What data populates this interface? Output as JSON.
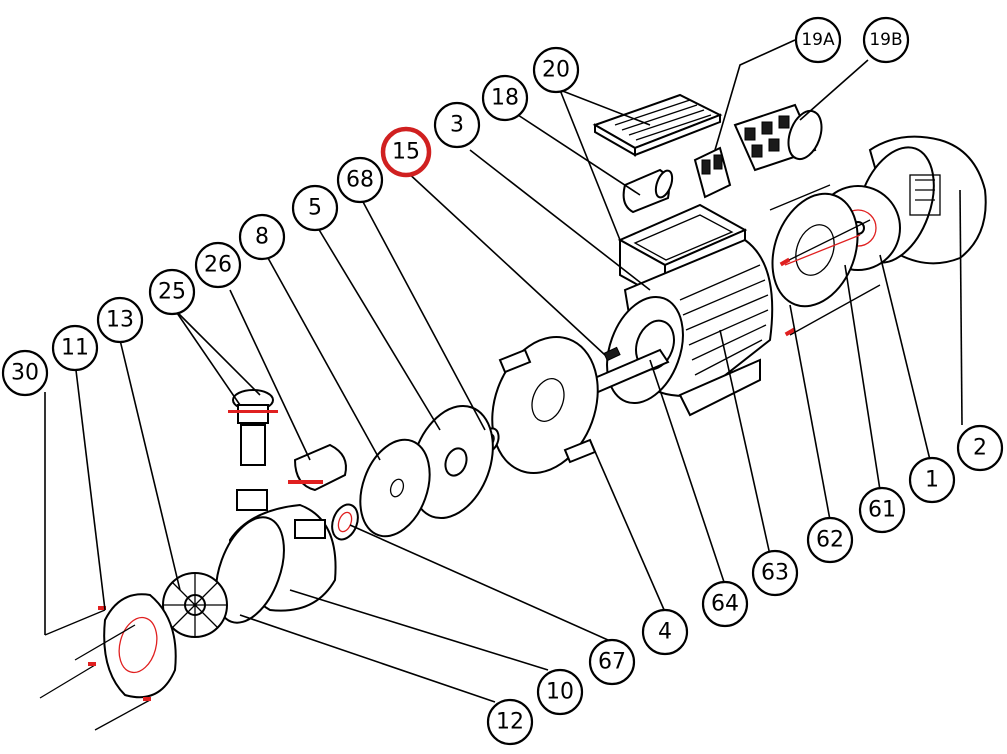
{
  "callouts": [
    {
      "id": "30",
      "label": "30"
    },
    {
      "id": "11",
      "label": "11"
    },
    {
      "id": "13",
      "label": "13"
    },
    {
      "id": "25",
      "label": "25"
    },
    {
      "id": "26",
      "label": "26"
    },
    {
      "id": "8",
      "label": "8"
    },
    {
      "id": "5",
      "label": "5"
    },
    {
      "id": "68",
      "label": "68"
    },
    {
      "id": "15",
      "label": "15"
    },
    {
      "id": "3",
      "label": "3"
    },
    {
      "id": "18",
      "label": "18"
    },
    {
      "id": "20",
      "label": "20"
    },
    {
      "id": "19A",
      "label": "19A"
    },
    {
      "id": "19B",
      "label": "19B"
    },
    {
      "id": "2",
      "label": "2"
    },
    {
      "id": "1",
      "label": "1"
    },
    {
      "id": "61",
      "label": "61"
    },
    {
      "id": "62",
      "label": "62"
    },
    {
      "id": "63",
      "label": "63"
    },
    {
      "id": "64",
      "label": "64"
    },
    {
      "id": "4",
      "label": "4"
    },
    {
      "id": "67",
      "label": "67"
    },
    {
      "id": "10",
      "label": "10"
    },
    {
      "id": "12",
      "label": "12"
    }
  ],
  "highlighted_callout": "15",
  "colors": {
    "highlight": "#d02020",
    "line": "#000000",
    "accent_marks": "#e02020"
  }
}
